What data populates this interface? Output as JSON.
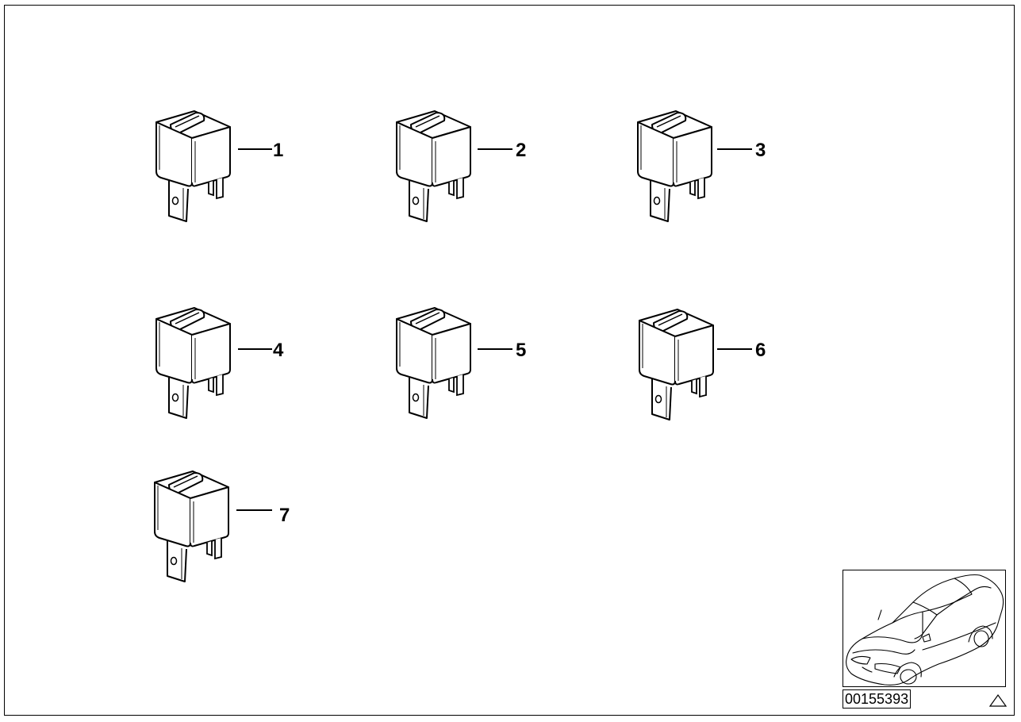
{
  "parts": [
    {
      "label": "1"
    },
    {
      "label": "2"
    },
    {
      "label": "3"
    },
    {
      "label": "4"
    },
    {
      "label": "5"
    },
    {
      "label": "6"
    },
    {
      "label": "7"
    }
  ],
  "document_id": "00155393",
  "icons": {
    "relay": "relay-icon",
    "thumbnail": "car-thumbnail-icon",
    "warning": "warning-triangle-icon"
  }
}
